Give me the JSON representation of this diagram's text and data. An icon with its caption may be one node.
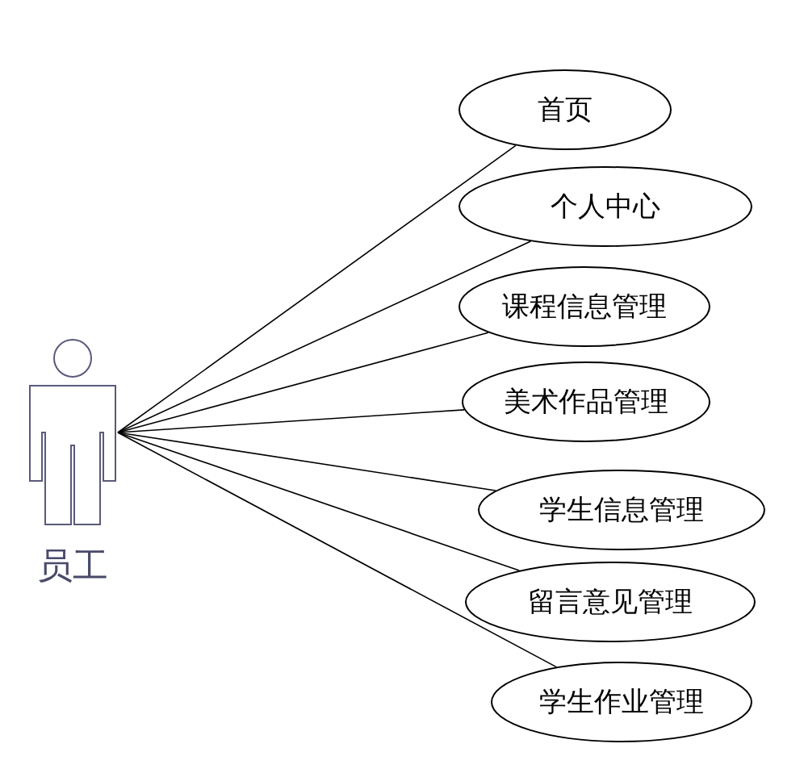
{
  "diagram": {
    "nodes": [
      {
        "text": [
          "员工"
        ]
      },
      {
        "text": [
          "首页"
        ]
      },
      {
        "text": [
          "个人中心"
        ]
      },
      {
        "text": [
          "课程信息管理"
        ]
      },
      {
        "text": [
          "美术作品管理"
        ]
      },
      {
        "text": [
          "学生信息管理"
        ]
      },
      {
        "text": [
          "留言意见管理"
        ]
      },
      {
        "text": [
          "学生作业管理"
        ]
      }
    ],
    "edges": [
      {
        "from": 0,
        "to": 1,
        "arrow": "none"
      },
      {
        "from": 0,
        "to": 2,
        "arrow": "none"
      },
      {
        "from": 0,
        "to": 3,
        "arrow": "none"
      },
      {
        "from": 0,
        "to": 4,
        "arrow": "none"
      },
      {
        "from": 0,
        "to": 5,
        "arrow": "none"
      },
      {
        "from": 0,
        "to": 6,
        "arrow": "none"
      },
      {
        "from": 0,
        "to": 7,
        "arrow": "none"
      }
    ]
  }
}
